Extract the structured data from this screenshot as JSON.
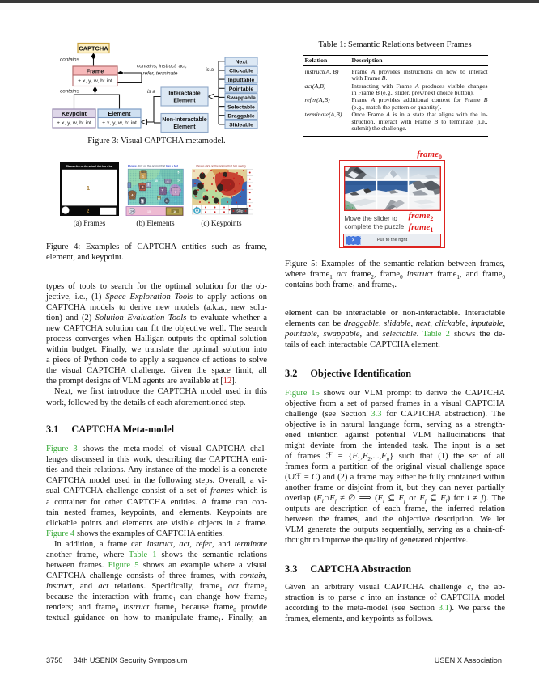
{
  "colors": {
    "link_green": "#36a936",
    "cite_red": "#c41a1a",
    "figure_red": "#dd2420",
    "captcha_box_fill": "#fdf0c4",
    "frame_header_fill": "#f7b9ba",
    "keypoint_header_fill": "#ded6e8",
    "element_header_fill": "#cfe0f1",
    "interactable_fill": "#dce8f4"
  },
  "figure3": {
    "caption": "Figure 3: Visual CAPTCHA metamodel.",
    "captcha_label": "CAPTCHA",
    "frame_title": "Frame",
    "frame_attrs": "+ x, y, w, h: int",
    "keypoint_title": "Keypoint",
    "keypoint_attrs": "+ x, y, w, h: int",
    "element_title": "Element",
    "element_attrs": "+ x, y, w, h: int",
    "interactable_l1": "Interactable",
    "interactable_l2": "Element",
    "non_interactable_l1": "Non-Interactable",
    "non_interactable_l2": "Element",
    "subtypes": [
      "Next",
      "Clickable",
      "Inputtable",
      "Pointable",
      "Swappable",
      "Selectable",
      "Draggable",
      "Slideable"
    ],
    "label_contains_top": "contains",
    "label_contains_bottom": "contains",
    "label_self_loop_1": "contains, instruct, act,",
    "label_self_loop_2": "refer, terminate",
    "label_is_a_left": "is a",
    "label_is_a_right": "is a"
  },
  "figure4": {
    "caption_lines": [
      {
        "s": [
          "Figure 4: Examples of CAPTCHA entities such as frame,"
        ]
      },
      {
        "s": [
          "element, and keypoint."
        ],
        "c": "last"
      }
    ],
    "sub_a": {
      "label": "(a) Frames",
      "instruction": "Please click on the animal that has a hat",
      "frame1": "1",
      "frame2": "2"
    },
    "sub_b": {
      "label": "(b) Elements",
      "instruction_1": "Please",
      "instruction_2": " click on the animal that ",
      "instruction_3": "has a hat",
      "numbers": [
        "1",
        "10",
        "6",
        "14",
        "5",
        "2",
        "3",
        "7",
        "9",
        "4",
        "12",
        "11",
        "13",
        "17"
      ],
      "bar_circle": "14",
      "bar_mid": "15",
      "bar_btn_side": "17",
      "bar_btn": "16"
    },
    "sub_c": {
      "label": "(c) Keypoints",
      "instruction": "Please click on the animal that has a wing",
      "skip": "Skip"
    }
  },
  "table1": {
    "title": "Table 1: Semantic Relations between Frames",
    "col_relation": "Relation",
    "col_description": "Description",
    "rows": [
      {
        "relation": [
          {
            "t": "instruct(",
            "i": 1
          },
          {
            "t": "A",
            "i": 1
          },
          {
            "t": ", ",
            "i": 1
          },
          {
            "t": "B",
            "i": 1
          },
          {
            "t": ")",
            "i": 1
          }
        ],
        "desc": [
          {
            "s": [
              "Frame ",
              {
                "t": "A",
                "i": 1
              },
              " provides instructions on how to interact"
            ]
          },
          {
            "s": [
              "with Frame ",
              {
                "t": "B",
                "i": 1
              },
              "."
            ],
            "c": "last"
          }
        ]
      },
      {
        "relation": [
          {
            "t": "act(",
            "i": 1
          },
          {
            "t": "A,B",
            "i": 1
          },
          {
            "t": ")",
            "i": 1
          }
        ],
        "desc": [
          {
            "s": [
              "Interacting with Frame ",
              {
                "t": "A",
                "i": 1
              },
              " produces visible changes"
            ]
          },
          {
            "s": [
              "in Frame ",
              {
                "t": "B",
                "i": 1
              },
              " (e.g., slider, prev/next choice button)."
            ],
            "c": "last"
          }
        ]
      },
      {
        "relation": [
          {
            "t": "refer(",
            "i": 1
          },
          {
            "t": "A,B",
            "i": 1
          },
          {
            "t": ")",
            "i": 1
          }
        ],
        "desc": [
          {
            "s": [
              "Frame ",
              {
                "t": "A",
                "i": 1
              },
              " provides additional context for Frame ",
              {
                "t": "B",
                "i": 1
              }
            ]
          },
          {
            "s": [
              "(e.g., match the pattern or quantity)."
            ],
            "c": "last"
          }
        ]
      },
      {
        "relation": [
          {
            "t": "terminate(",
            "i": 1
          },
          {
            "t": "A,B",
            "i": 1
          },
          {
            "t": ")",
            "i": 1
          }
        ],
        "desc": [
          {
            "s": [
              "Once Frame ",
              {
                "t": "A",
                "i": 1
              },
              " is in a state that aligns with the in-"
            ]
          },
          {
            "s": [
              "struction, interact with Frame ",
              {
                "t": "B",
                "i": 1
              },
              " to terminate (i.e.,"
            ]
          },
          {
            "s": [
              "submit) the challenge."
            ],
            "c": "last"
          }
        ]
      }
    ]
  },
  "figure5": {
    "label_frame0_base": "frame",
    "label_frame0_sub": "0",
    "label_frame2_base": "frame",
    "label_frame2_sub": "2",
    "label_frame1_base": "frame",
    "label_frame1_sub": "1",
    "instruction_line1": "Move the slider to",
    "instruction_line2": "complete the puzzle",
    "slider_text": "Pull to the right",
    "caption_lines": [
      {
        "s": [
          "Figure 5: Examples of the semantic relation between frames,"
        ]
      },
      {
        "s": [
          "where frame",
          {
            "t": "1",
            "s": 1
          },
          " ",
          {
            "t": "act",
            "i": 1
          },
          " frame",
          {
            "t": "2",
            "s": 1
          },
          ", frame",
          {
            "t": "0",
            "s": 1
          },
          " ",
          {
            "t": "instruct",
            "i": 1
          },
          " frame",
          {
            "t": "1",
            "s": 1
          },
          ", and frame",
          {
            "t": "0",
            "s": 1
          }
        ]
      },
      {
        "s": [
          "contains both frame",
          {
            "t": "1",
            "s": 1
          },
          " and frame",
          {
            "t": "2",
            "s": 1
          },
          "."
        ],
        "c": "last"
      }
    ]
  },
  "sections": {
    "s31_num": "3.1",
    "s31_title": "CAPTCHA Meta-model",
    "s32_num": "3.2",
    "s32_title": "Objective Identification",
    "s33_num": "3.3",
    "s33_title": "CAPTCHA Abstraction"
  },
  "body": {
    "paraA": [
      {
        "s": [
          "types of tools to search for the optimal solution for the ob-"
        ]
      },
      {
        "s": [
          "jective, i.e., (1) ",
          {
            "t": "Space Exploration Tools",
            "i": 1
          },
          " to apply actions on"
        ]
      },
      {
        "s": [
          "CAPTCHA models to derive new models (a.k.a., new solu-"
        ]
      },
      {
        "s": [
          "tion) and (2) ",
          {
            "t": "Solution Evaluation Tools",
            "i": 1
          },
          " to evaluate whether a"
        ]
      },
      {
        "s": [
          "new CAPTCHA solution can fit the objective well. The search"
        ]
      },
      {
        "s": [
          "process converges when Halligan outputs the optimal solution"
        ]
      },
      {
        "s": [
          "within budget. Finally, we translate the optimal solution into"
        ]
      },
      {
        "s": [
          "a piece of Python code to apply a sequence of actions to solve"
        ]
      },
      {
        "s": [
          "the visual CAPTCHA challenge. Given the space limit, all"
        ]
      },
      {
        "s": [
          "the prompt designs of VLM agents are available at [",
          {
            "t": "12",
            "c": "r"
          },
          "]."
        ],
        "c": "last"
      },
      {
        "s": [
          "Next, we first introduce the CAPTCHA model used in this"
        ],
        "c": "ind"
      },
      {
        "s": [
          "work, followed by the details of each aforementioned step."
        ],
        "c": "last"
      }
    ],
    "paraB": [
      {
        "s": [
          {
            "t": "Figure 3",
            "c": "g"
          },
          " shows the meta-model of visual CAPTCHA chal-"
        ]
      },
      {
        "s": [
          "lenges discussed in this work, describing the CAPTCHA enti-"
        ]
      },
      {
        "s": [
          "ties and their relations. Any instance of the model is a concrete"
        ]
      },
      {
        "s": [
          "CAPTCHA model used in the following steps. Overall, a vi-"
        ]
      },
      {
        "s": [
          "sual CAPTCHA challenge consist of a set of ",
          {
            "t": "frames",
            "i": 1
          },
          " which is"
        ]
      },
      {
        "s": [
          "a container for other CAPTCHA entities. A frame can con-"
        ]
      },
      {
        "s": [
          "tain nested frames, keypoints, and elements. Keypoints are"
        ]
      },
      {
        "s": [
          "clickable points and elements are visible objects in a frame."
        ]
      },
      {
        "s": [
          {
            "t": "Figure 4",
            "c": "g"
          },
          " shows the examples of CAPTCHA entities."
        ],
        "c": "last"
      },
      {
        "s": [
          "In addition, a frame can ",
          {
            "t": "instruct",
            "i": 1
          },
          ", ",
          {
            "t": "act",
            "i": 1
          },
          ", ",
          {
            "t": "refer",
            "i": 1
          },
          ", and ",
          {
            "t": "terminate",
            "i": 1
          }
        ],
        "c": "ind"
      },
      {
        "s": [
          "another frame, where ",
          {
            "t": "Table 1",
            "c": "g"
          },
          " shows the semantic relations"
        ]
      },
      {
        "s": [
          "between frames. ",
          {
            "t": "Figure 5",
            "c": "g"
          },
          " shows an example where a visual"
        ]
      },
      {
        "s": [
          "CAPTCHA challenge consists of three frames, with ",
          {
            "t": "contain",
            "i": 1
          },
          ","
        ]
      },
      {
        "s": [
          {
            "t": "instruct",
            "i": 1
          },
          ", and ",
          {
            "t": "act",
            "i": 1
          },
          " relations. Specifically, frame",
          {
            "t": "1",
            "s": 1
          },
          " ",
          {
            "t": "act",
            "i": 1
          },
          " frame",
          {
            "t": "2",
            "s": 1
          }
        ]
      },
      {
        "s": [
          "because the interaction with frame",
          {
            "t": "1",
            "s": 1
          },
          " can change how frame",
          {
            "t": "2",
            "s": 1
          }
        ]
      },
      {
        "s": [
          "renders; and frame",
          {
            "t": "0",
            "s": 1
          },
          " ",
          {
            "t": "instruct",
            "i": 1
          },
          " frame",
          {
            "t": "1",
            "s": 1
          },
          " because frame",
          {
            "t": "0",
            "s": 1
          },
          " provide"
        ]
      },
      {
        "s": [
          "textual guidance on how to manipulate frame",
          {
            "t": "1",
            "s": 1
          },
          ". Finally, an"
        ]
      }
    ],
    "paraD": [
      {
        "s": [
          "element can be interactable or non-interactable. Interactable"
        ]
      },
      {
        "s": [
          "elements can be ",
          {
            "t": "draggable",
            "i": 1
          },
          ", ",
          {
            "t": "slidable",
            "i": 1
          },
          ", ",
          {
            "t": "next",
            "i": 1
          },
          ", ",
          {
            "t": "clickable",
            "i": 1
          },
          ", ",
          {
            "t": "inputable",
            "i": 1
          },
          ","
        ]
      },
      {
        "s": [
          {
            "t": "pointable",
            "i": 1
          },
          ", ",
          {
            "t": "swappable",
            "i": 1
          },
          ", and ",
          {
            "t": "selectable",
            "i": 1
          },
          ". ",
          {
            "t": "Table 2",
            "c": "g"
          },
          " shows the de-"
        ]
      },
      {
        "s": [
          "tails of each interactable CAPTCHA element."
        ],
        "c": "last"
      }
    ],
    "paraE": [
      {
        "s": [
          {
            "t": "Figure 15",
            "c": "g"
          },
          " shows our VLM prompt to derive the CAPTCHA"
        ]
      },
      {
        "s": [
          "objective from a set of parsed frames in a visual CAPTCHA"
        ]
      },
      {
        "s": [
          "challenge (see Section ",
          {
            "t": "3.3",
            "c": "g"
          },
          " for CAPTCHA abstraction). The"
        ]
      },
      {
        "s": [
          "objective is in natural language form, serving as a strength-"
        ]
      },
      {
        "s": [
          "ened intention against potential VLM hallucinations that"
        ]
      },
      {
        "s": [
          "might deviate from the intended task. The input is a set"
        ]
      },
      {
        "s": [
          "of frames ℱ = {",
          {
            "t": "F",
            "i": 1
          },
          {
            "t": "1",
            "s": 1
          },
          ",",
          {
            "t": "F",
            "i": 1
          },
          {
            "t": "2",
            "s": 1
          },
          ",...,",
          {
            "t": "F",
            "i": 1
          },
          {
            "t": "n",
            "i": 1,
            "s": 1
          },
          "} such that (1) the set of all"
        ]
      },
      {
        "s": [
          "frames form a partition of the original visual challenge space"
        ]
      },
      {
        "s": [
          "(∪ℱ = ",
          {
            "t": "C",
            "i": 1
          },
          ") and (2) a frame may either be fully contained within"
        ]
      },
      {
        "s": [
          "another frame or disjoint from it, but they can never partially"
        ]
      },
      {
        "s": [
          "overlap (",
          {
            "t": "F",
            "i": 1
          },
          {
            "t": "i",
            "i": 1,
            "s": 1
          },
          "∩",
          {
            "t": "F",
            "i": 1
          },
          {
            "t": "j",
            "i": 1,
            "s": 1
          },
          " ≠ ∅ ⟹ (",
          {
            "t": "F",
            "i": 1
          },
          {
            "t": "i",
            "i": 1,
            "s": 1
          },
          " ⊆ ",
          {
            "t": "F",
            "i": 1
          },
          {
            "t": "j",
            "i": 1,
            "s": 1
          },
          " or ",
          {
            "t": "F",
            "i": 1
          },
          {
            "t": "j",
            "i": 1,
            "s": 1
          },
          " ⊆ ",
          {
            "t": "F",
            "i": 1
          },
          {
            "t": "i",
            "i": 1,
            "s": 1
          },
          ") for ",
          {
            "t": "i",
            "i": 1
          },
          " ≠ ",
          {
            "t": "j",
            "i": 1
          },
          "). The"
        ]
      },
      {
        "s": [
          "outputs are description of each frame, the inferred relation"
        ]
      },
      {
        "s": [
          "between the frames, and the objective description. We let"
        ]
      },
      {
        "s": [
          "VLM generate the outputs sequentially, serving as a chain-of-"
        ]
      },
      {
        "s": [
          "thought to improve the quality of generated objective."
        ],
        "c": "last"
      }
    ],
    "paraF": [
      {
        "s": [
          "Given an arbitrary visual CAPTCHA challenge ",
          {
            "t": "c",
            "i": 1
          },
          ", the ab-"
        ]
      },
      {
        "s": [
          "straction is to parse ",
          {
            "t": "c",
            "i": 1
          },
          " into an instance of CAPTCHA model"
        ]
      },
      {
        "s": [
          "according to the meta-model (see Section ",
          {
            "t": "3.1",
            "c": "g"
          },
          "). We parse the"
        ]
      },
      {
        "s": [
          "frames, elements, and keypoints as follows."
        ],
        "c": "last"
      }
    ]
  },
  "footer": {
    "page_number": "3750",
    "left": "34th USENIX Security Symposium",
    "right": "USENIX Association"
  }
}
